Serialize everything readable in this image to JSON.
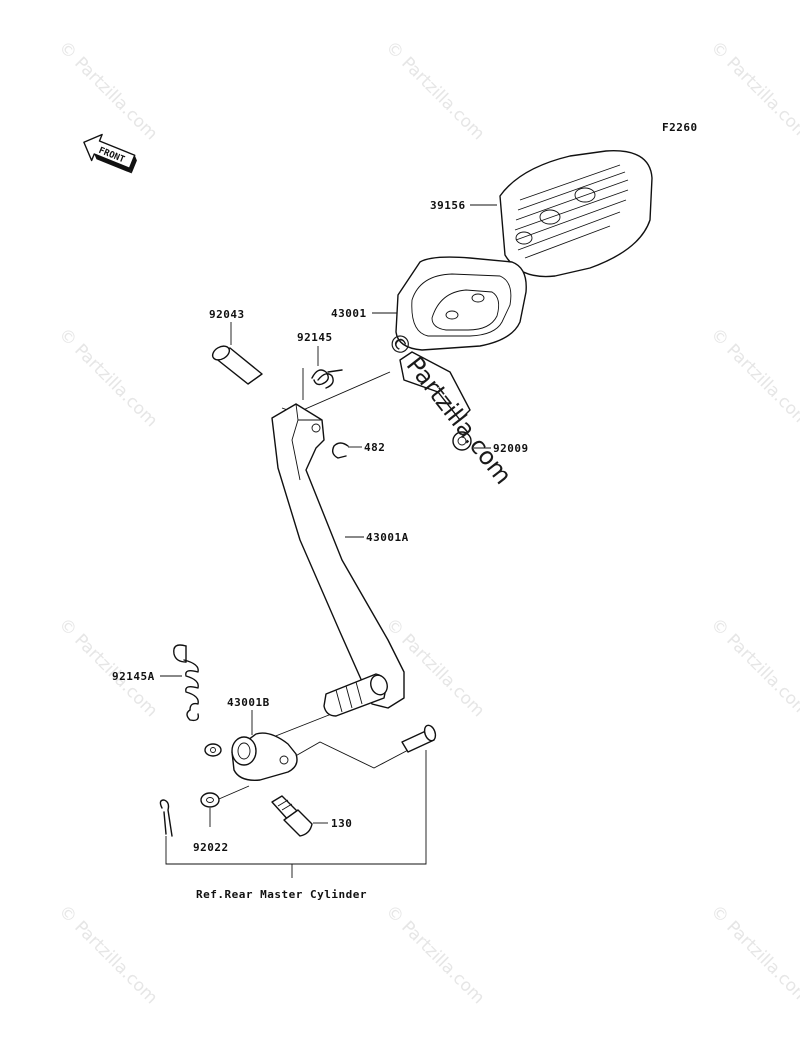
{
  "figure_code": "F2260",
  "front_label": "FRONT",
  "watermark_text": "© Partzilla.com",
  "overlay_watermark": "© Partzilla.com",
  "reference_note": "Ref.Rear Master Cylinder",
  "callouts": {
    "c39156": "39156",
    "c43001": "43001",
    "c92043": "92043",
    "c92145": "92145",
    "c482": "482",
    "c92009": "92009",
    "c43001A": "43001A",
    "c92145A": "92145A",
    "c43001B": "43001B",
    "c130": "130",
    "c92022": "92022"
  }
}
